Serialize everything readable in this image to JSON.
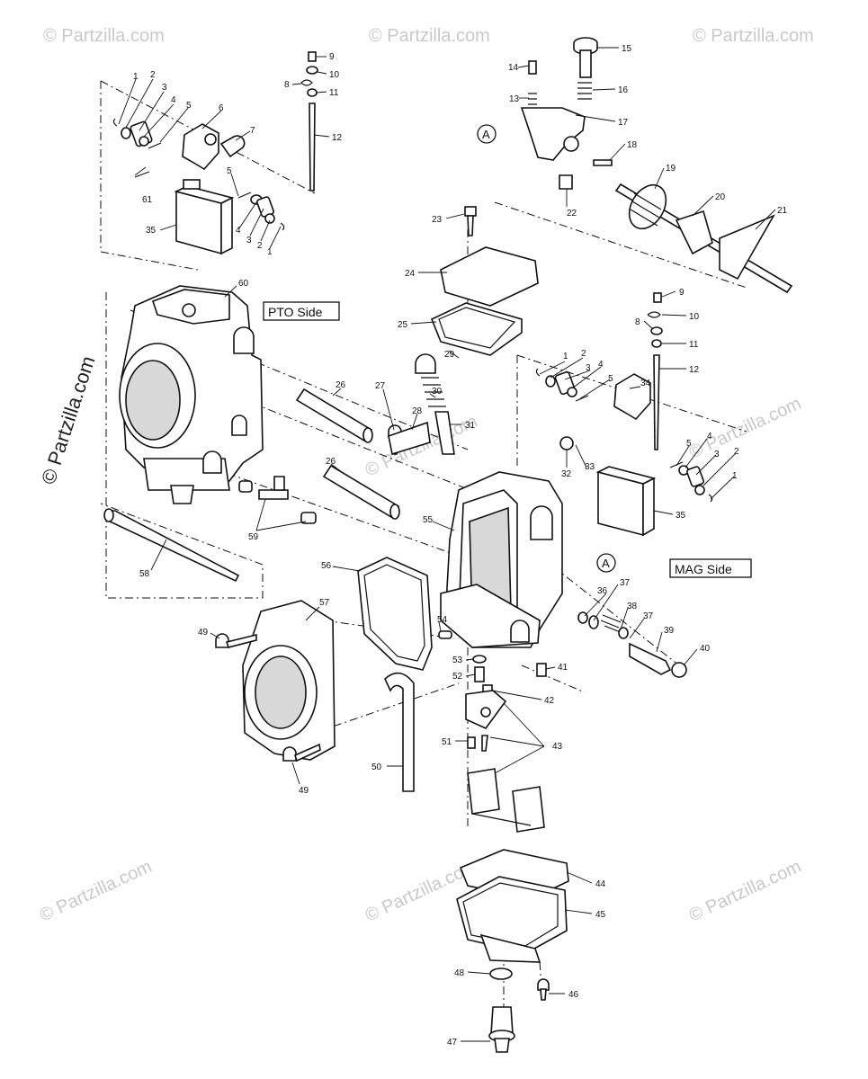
{
  "watermark": {
    "text": "© Partzilla.com",
    "side_text": "© Partzilla.com"
  },
  "labels": {
    "pto_side": "PTO Side",
    "mag_side": "MAG Side",
    "ref_a": "A"
  },
  "callouts": [
    {
      "id": "c1a",
      "text": "1"
    },
    {
      "id": "c2a",
      "text": "2"
    },
    {
      "id": "c3a",
      "text": "3"
    },
    {
      "id": "c4a",
      "text": "4"
    },
    {
      "id": "c5a",
      "text": "5"
    },
    {
      "id": "c6",
      "text": "6"
    },
    {
      "id": "c7",
      "text": "7"
    },
    {
      "id": "c8a",
      "text": "8"
    },
    {
      "id": "c9a",
      "text": "9"
    },
    {
      "id": "c10a",
      "text": "10"
    },
    {
      "id": "c11a",
      "text": "11"
    },
    {
      "id": "c12a",
      "text": "12"
    },
    {
      "id": "c61",
      "text": "61"
    },
    {
      "id": "c5b",
      "text": "5"
    },
    {
      "id": "c35a",
      "text": "35"
    },
    {
      "id": "c4b",
      "text": "4"
    },
    {
      "id": "c3b",
      "text": "3"
    },
    {
      "id": "c2b",
      "text": "2"
    },
    {
      "id": "c1b",
      "text": "1"
    },
    {
      "id": "c14",
      "text": "14"
    },
    {
      "id": "c15",
      "text": "15"
    },
    {
      "id": "c13",
      "text": "13"
    },
    {
      "id": "c16",
      "text": "16"
    },
    {
      "id": "c17",
      "text": "17"
    },
    {
      "id": "c18",
      "text": "18"
    },
    {
      "id": "c19",
      "text": "19"
    },
    {
      "id": "c20",
      "text": "20"
    },
    {
      "id": "c21",
      "text": "21"
    },
    {
      "id": "c22",
      "text": "22"
    },
    {
      "id": "c23",
      "text": "23"
    },
    {
      "id": "c24",
      "text": "24"
    },
    {
      "id": "c25",
      "text": "25"
    },
    {
      "id": "c60",
      "text": "60"
    },
    {
      "id": "c9b",
      "text": "9"
    },
    {
      "id": "c10b",
      "text": "10"
    },
    {
      "id": "c8b",
      "text": "8"
    },
    {
      "id": "c11b",
      "text": "11"
    },
    {
      "id": "c12b",
      "text": "12"
    },
    {
      "id": "c29",
      "text": "29"
    },
    {
      "id": "c1c",
      "text": "1"
    },
    {
      "id": "c2c",
      "text": "2"
    },
    {
      "id": "c3c",
      "text": "3"
    },
    {
      "id": "c4c",
      "text": "4"
    },
    {
      "id": "c5c",
      "text": "5"
    },
    {
      "id": "c34",
      "text": "34"
    },
    {
      "id": "c26a",
      "text": "26"
    },
    {
      "id": "c27",
      "text": "27"
    },
    {
      "id": "c30",
      "text": "30"
    },
    {
      "id": "c28",
      "text": "28"
    },
    {
      "id": "c31",
      "text": "31"
    },
    {
      "id": "c32",
      "text": "32"
    },
    {
      "id": "c33",
      "text": "33"
    },
    {
      "id": "c5d",
      "text": "5"
    },
    {
      "id": "c4d",
      "text": "4"
    },
    {
      "id": "c3d",
      "text": "3"
    },
    {
      "id": "c2d",
      "text": "2"
    },
    {
      "id": "c1d",
      "text": "1"
    },
    {
      "id": "c35b",
      "text": "35"
    },
    {
      "id": "c26b",
      "text": "26"
    },
    {
      "id": "c55",
      "text": "55"
    },
    {
      "id": "c59",
      "text": "59"
    },
    {
      "id": "c58",
      "text": "58"
    },
    {
      "id": "c56",
      "text": "56"
    },
    {
      "id": "c37a",
      "text": "37"
    },
    {
      "id": "c36",
      "text": "36"
    },
    {
      "id": "c38",
      "text": "38"
    },
    {
      "id": "c37b",
      "text": "37"
    },
    {
      "id": "c39",
      "text": "39"
    },
    {
      "id": "c40",
      "text": "40"
    },
    {
      "id": "c57",
      "text": "57"
    },
    {
      "id": "c49a",
      "text": "49"
    },
    {
      "id": "c54",
      "text": "54"
    },
    {
      "id": "c53",
      "text": "53"
    },
    {
      "id": "c52",
      "text": "52"
    },
    {
      "id": "c41",
      "text": "41"
    },
    {
      "id": "c42",
      "text": "42"
    },
    {
      "id": "c51",
      "text": "51"
    },
    {
      "id": "c43",
      "text": "43"
    },
    {
      "id": "c50",
      "text": "50"
    },
    {
      "id": "c49b",
      "text": "49"
    },
    {
      "id": "c44",
      "text": "44"
    },
    {
      "id": "c45",
      "text": "45"
    },
    {
      "id": "c48",
      "text": "48"
    },
    {
      "id": "c46",
      "text": "46"
    },
    {
      "id": "c47",
      "text": "47"
    }
  ]
}
